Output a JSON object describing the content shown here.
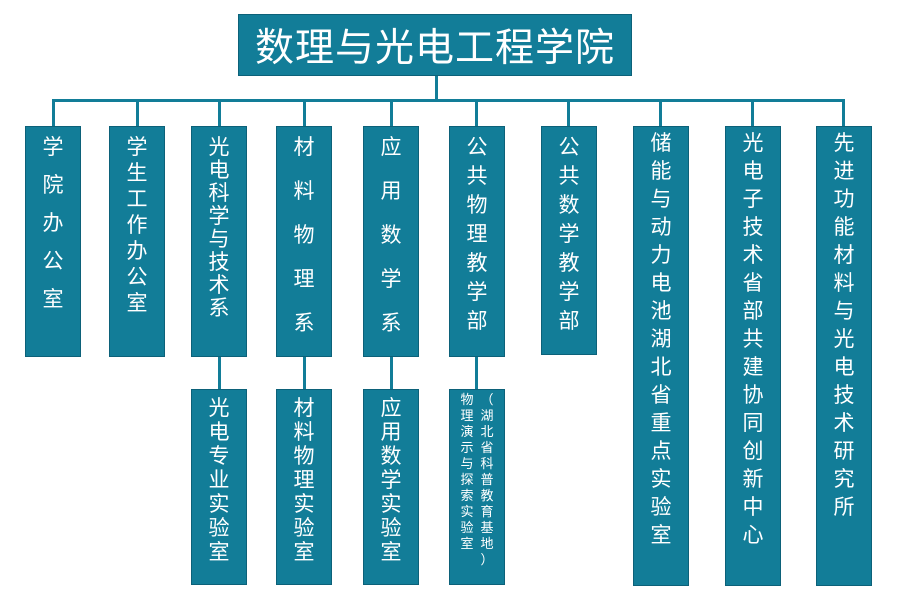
{
  "title": "数理与光电工程学院",
  "colors": {
    "box": "#127d98",
    "line": "#127d98",
    "text": "#ffffff"
  },
  "units": [
    {
      "id": "u1",
      "name": "学院办公室"
    },
    {
      "id": "u2",
      "name": "学生工作办公室"
    },
    {
      "id": "u3",
      "name": "光电科学与技术系"
    },
    {
      "id": "u4",
      "name": "材料物理系"
    },
    {
      "id": "u5",
      "name": "应用数学系"
    },
    {
      "id": "u6",
      "name": "公共物理教学部"
    },
    {
      "id": "u7",
      "name": "公共数学教学部"
    },
    {
      "id": "u8",
      "name": "储能与动力电池湖北省重点实验室"
    },
    {
      "id": "u9",
      "name": "光电子技术省部共建协同创新中心"
    },
    {
      "id": "u10",
      "name": "先进功能材料与光电技术研究所"
    }
  ],
  "sub_units": [
    {
      "id": "s3",
      "parent": "u3",
      "name": "光电专业实验室"
    },
    {
      "id": "s4",
      "parent": "u4",
      "name": "材料物理实验室"
    },
    {
      "id": "s5",
      "parent": "u5",
      "name": "应用数学实验室"
    },
    {
      "id": "s6",
      "parent": "u6",
      "name": "物理演示与探索实验室",
      "note": "（湖北省科普教育基地）"
    }
  ]
}
